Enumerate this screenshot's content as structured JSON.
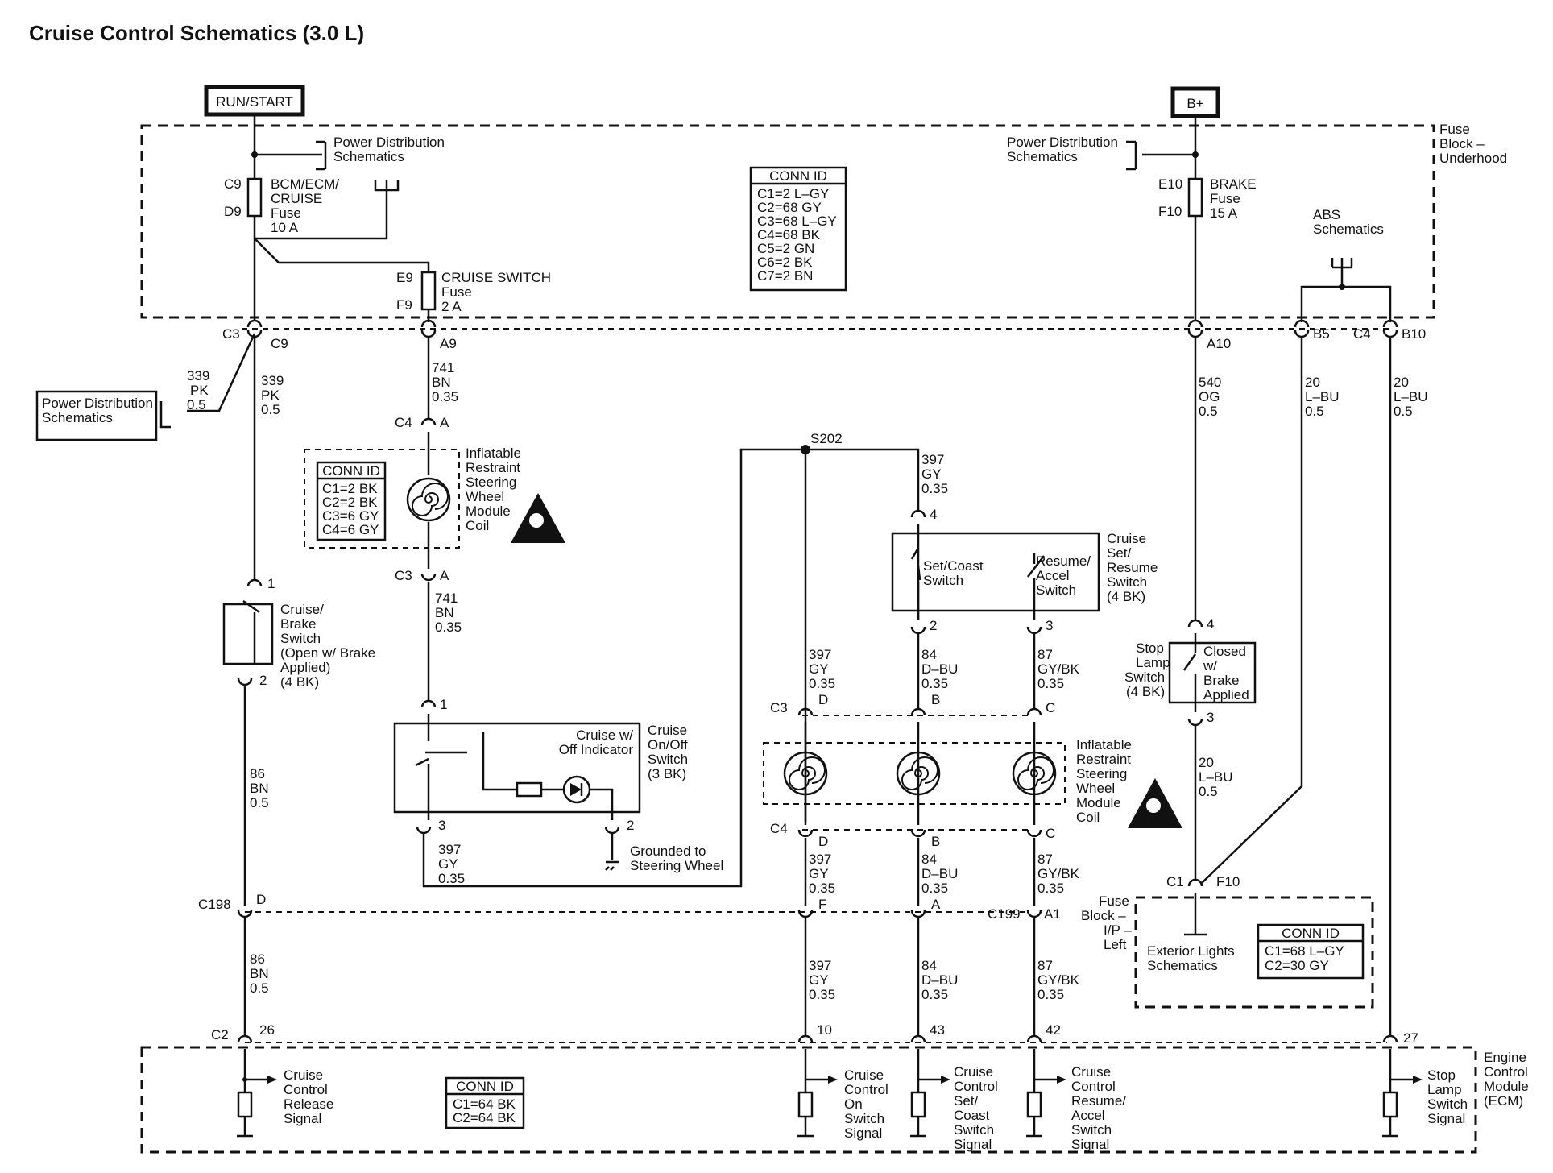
{
  "title": "Cruise Control Schematics (3.0 L)",
  "power_sources": {
    "run_start": "RUN/START",
    "b_plus": "B+"
  },
  "blocks": {
    "fuse_block_underhood": [
      "Fuse",
      "Block –",
      "Underhood"
    ],
    "fuse_block_ip": [
      "Fuse",
      "Block –",
      "I/P –",
      "Left"
    ],
    "ecm": [
      "Engine",
      "Control",
      "Module",
      "(ECM)"
    ]
  },
  "references": {
    "pds_top_left": [
      "Power Distribution",
      "Schematics"
    ],
    "pds_top_right": [
      "Power Distribution",
      "Schematics"
    ],
    "pds_left": [
      "Power Distribution",
      "Schematics"
    ],
    "abs": [
      "ABS",
      "Schematics"
    ],
    "exterior_lights": [
      "Exterior Lights",
      "Schematics"
    ]
  },
  "fuses": {
    "bcm": {
      "pin_top": "C9",
      "pin_bottom": "D9",
      "label": [
        "BCM/ECM/",
        "CRUISE",
        "Fuse",
        "10 A"
      ]
    },
    "cruise_switch": {
      "pin_top": "E9",
      "pin_bottom": "F9",
      "label": [
        "CRUISE SWITCH",
        "Fuse",
        "2 A"
      ]
    },
    "brake": {
      "pin_top": "E10",
      "pin_bottom": "F10",
      "label": [
        "BRAKE",
        "Fuse",
        "15 A"
      ]
    }
  },
  "conn_id_tables": {
    "underhood": {
      "header": "CONN ID",
      "rows": [
        "C1=2 L–GY",
        "C2=68 GY",
        "C3=68 L–GY",
        "C4=68 BK",
        "C5=2 GN",
        "C6=2 BK",
        "C7=2 BN"
      ]
    },
    "coil": {
      "header": "CONN ID",
      "rows": [
        "C1=2 BK",
        "C2=2 BK",
        "C3=6 GY",
        "C4=6 GY"
      ]
    },
    "ip": {
      "header": "CONN ID",
      "rows": [
        "C1=68 L–GY",
        "C2=30 GY"
      ]
    },
    "ecm": {
      "header": "CONN ID",
      "rows": [
        "C1=64 BK",
        "C2=64 BK"
      ]
    }
  },
  "wires": {
    "w339a": [
      "339",
      "PK",
      "0.5"
    ],
    "w339b": [
      "339",
      "PK",
      "0.5"
    ],
    "w741a": [
      "741",
      "BN",
      "0.35"
    ],
    "w741b": [
      "741",
      "BN",
      "0.35"
    ],
    "w540": [
      "540",
      "OG",
      "0.5"
    ],
    "w20a": [
      "20",
      "L–BU",
      "0.5"
    ],
    "w20b": [
      "20",
      "L–BU",
      "0.5"
    ],
    "w20c": [
      "20",
      "L–BU",
      "0.5"
    ],
    "w397top": [
      "397",
      "GY",
      "0.35"
    ],
    "w86a": [
      "86",
      "BN",
      "0.5"
    ],
    "w86b": [
      "86",
      "BN",
      "0.5"
    ],
    "w397sw": [
      "397",
      "GY",
      "0.35"
    ],
    "w397a": [
      "397",
      "GY",
      "0.35"
    ],
    "w397b": [
      "397",
      "GY",
      "0.35"
    ],
    "w397c": [
      "397",
      "GY",
      "0.35"
    ],
    "w84a": [
      "84",
      "D–BU",
      "0.35"
    ],
    "w84b": [
      "84",
      "D–BU",
      "0.35"
    ],
    "w84c": [
      "84",
      "D–BU",
      "0.35"
    ],
    "w87a": [
      "87",
      "GY/BK",
      "0.35"
    ],
    "w87b": [
      "87",
      "GY/BK",
      "0.35"
    ],
    "w87c": [
      "87",
      "GY/BK",
      "0.35"
    ]
  },
  "connectors": {
    "c3_c9": [
      "C3",
      "C9"
    ],
    "a9": "A9",
    "a10": "A10",
    "b5": "B5",
    "c4_b10": [
      "C4",
      "B10"
    ],
    "c4_a_top": [
      "C4",
      "A"
    ],
    "c3_a": [
      "C3",
      "A"
    ],
    "sw_pin1": "1",
    "sw_pin2": "2",
    "onoff_pin1": "1",
    "onoff_pin3": "3",
    "onoff_pin2": "2",
    "set_pin4": "4",
    "set_pin2": "2",
    "set_pin3": "3",
    "stop_pin4": "4",
    "stop_pin3": "3",
    "c3_d": [
      "C3",
      "D"
    ],
    "c3_b": "B",
    "c3_c": "C",
    "c4_d": [
      "C4",
      "D"
    ],
    "c4_b": "B",
    "c4_c": "C",
    "c198_d": [
      "C198",
      "D"
    ],
    "c198_f": "F",
    "c198_a": "A",
    "c199_a1": [
      "C199",
      "A1"
    ],
    "c1_f10": [
      "C1",
      "F10"
    ],
    "c2_26": [
      "C2",
      "26"
    ],
    "ecm_10": "10",
    "ecm_43": "43",
    "ecm_42": "42",
    "ecm_27": "27",
    "splice": "S202"
  },
  "components": {
    "coil_top": [
      "Inflatable",
      "Restraint",
      "Steering",
      "Wheel",
      "Module",
      "Coil"
    ],
    "coil_mid": [
      "Inflatable",
      "Restraint",
      "Steering",
      "Wheel",
      "Module",
      "Coil"
    ],
    "cruise_brake_switch": [
      "Cruise/",
      "Brake",
      "Switch",
      "(Open w/ Brake",
      "Applied)",
      "(4 BK)"
    ],
    "cruise_on_off_indicator": [
      "Cruise w/",
      "Off Indicator"
    ],
    "cruise_on_off_switch": [
      "Cruise",
      "On/Off",
      "Switch",
      "(3 BK)"
    ],
    "grounded": [
      "Grounded to",
      "Steering Wheel"
    ],
    "set_coast": [
      "Set/Coast",
      "Switch"
    ],
    "resume_accel": [
      "Resume/",
      "Accel",
      "Switch"
    ],
    "set_resume_switch": [
      "Cruise",
      "Set/",
      "Resume",
      "Switch",
      "(4 BK)"
    ],
    "stop_lamp_switch": [
      "Stop",
      "Lamp",
      "Switch",
      "(4 BK)"
    ],
    "stop_lamp_state": [
      "Closed",
      "w/",
      "Brake",
      "Applied"
    ]
  },
  "signals": {
    "release": [
      "Cruise",
      "Control",
      "Release",
      "Signal"
    ],
    "on_switch": [
      "Cruise",
      "Control",
      "On",
      "Switch",
      "Signal"
    ],
    "set_coast": [
      "Cruise",
      "Control",
      "Set/",
      "Coast",
      "Switch",
      "Signal"
    ],
    "resume_accel": [
      "Cruise",
      "Control",
      "Resume/",
      "Accel",
      "Switch",
      "Signal"
    ],
    "stop_lamp": [
      "Stop",
      "Lamp",
      "Switch",
      "Signal"
    ]
  }
}
